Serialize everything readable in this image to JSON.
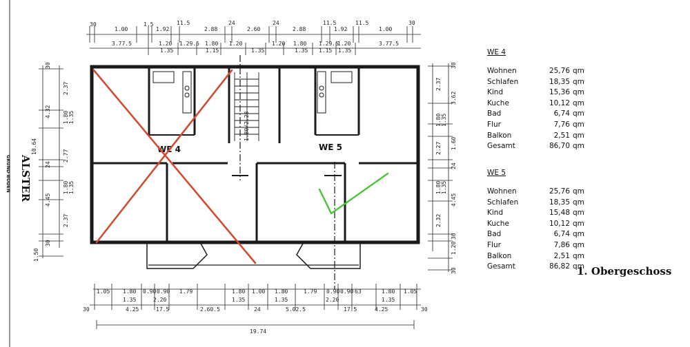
{
  "brand": {
    "name": "ALSTER",
    "subtitle": "GRUND·BODEN"
  },
  "units": [
    {
      "id": "WE 4",
      "heading": "WE 4",
      "rows": [
        {
          "name": "Wohnen",
          "value": "25,76",
          "unit": "qm"
        },
        {
          "name": "Schlafen",
          "value": "18,35",
          "unit": "qm"
        },
        {
          "name": "Kind",
          "value": "15,36",
          "unit": "qm"
        },
        {
          "name": "Kuche",
          "value": "10,12",
          "unit": "qm"
        },
        {
          "name": "Bad",
          "value": "6,74",
          "unit": "qm"
        },
        {
          "name": "Flur",
          "value": "7,76",
          "unit": "qm"
        },
        {
          "name": "Balkon",
          "value": "2,51",
          "unit": "qm"
        },
        {
          "name": "Gesamt",
          "value": "86,70",
          "unit": "qm"
        }
      ]
    },
    {
      "id": "WE 5",
      "heading": "WE 5",
      "rows": [
        {
          "name": "Wohnen",
          "value": "25,76",
          "unit": "qm"
        },
        {
          "name": "Schlafen",
          "value": "18,35",
          "unit": "qm"
        },
        {
          "name": "Kind",
          "value": "15,48",
          "unit": "qm"
        },
        {
          "name": "Kuche",
          "value": "10,12",
          "unit": "qm"
        },
        {
          "name": "Bad",
          "value": "6,74",
          "unit": "qm"
        },
        {
          "name": "Flur",
          "value": "7,86",
          "unit": "qm"
        },
        {
          "name": "Balkon",
          "value": "2,51",
          "unit": "qm"
        },
        {
          "name": "Gesamt",
          "value": "86,82",
          "unit": "qm"
        }
      ]
    }
  ],
  "floor_label": "1. Obergeschoss",
  "dimensions": {
    "top_row1": [
      "30",
      "1.00",
      "1.5",
      "1.92",
      "11.5",
      "2.88",
      "24",
      "2.60",
      "24",
      "2.88",
      "11.5",
      "1.92",
      "11.5",
      "1.00",
      "30"
    ],
    "top_row2": [
      "3.77.5",
      "1.20",
      "1.29.5",
      "1.80",
      "1.20",
      "1.20",
      "1.80",
      "1.29.5",
      "1.20",
      "3.77.5"
    ],
    "top_row2b": [
      "1.35",
      "1.15",
      "1.35",
      "1.35",
      "1.15",
      "1.35"
    ],
    "bottom_row1": [
      "1.05",
      "1.80",
      "0.90",
      "0.90",
      "1.79",
      "1.80",
      "1.00",
      "1.80",
      "1.79",
      "0.90",
      "0.90",
      "63",
      "1.80",
      "1.05"
    ],
    "bottom_row1b": [
      "1.35",
      "2.20",
      "1.35",
      "1.35",
      "2.20",
      "1.35"
    ],
    "bottom_row2": [
      "30",
      "4.25",
      "17.5",
      "2.60.5",
      "24",
      "5.02.5",
      "17.5",
      "4.25",
      "30"
    ],
    "overall": "19.74",
    "left": [
      "30",
      "2.37",
      "4.32",
      "1.80",
      "1.35",
      "10.64",
      "24",
      "2.77",
      "1.80",
      "1.35",
      "4.45",
      "2.37",
      "30",
      "1.50"
    ],
    "right": [
      "30",
      "2.37",
      "3.62",
      "1.80",
      "1.35",
      "2.27",
      "1.60",
      "24",
      "1.80",
      "1.35",
      "4.45",
      "2.32",
      "30",
      "1.20",
      "30"
    ],
    "stair": "1.80/2.28"
  },
  "colors": {
    "cross": "#d24a2f",
    "check": "#4cc23a",
    "wall": "#1a1a1a"
  }
}
